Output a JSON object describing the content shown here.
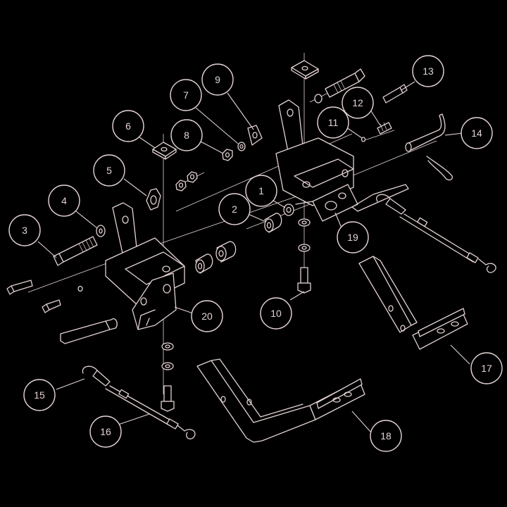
{
  "callouts": [
    {
      "id": "1",
      "label": "1"
    },
    {
      "id": "2",
      "label": "2"
    },
    {
      "id": "3",
      "label": "3"
    },
    {
      "id": "4",
      "label": "4"
    },
    {
      "id": "5",
      "label": "5"
    },
    {
      "id": "6",
      "label": "6"
    },
    {
      "id": "7",
      "label": "7"
    },
    {
      "id": "8",
      "label": "8"
    },
    {
      "id": "9",
      "label": "9"
    },
    {
      "id": "10",
      "label": "10"
    },
    {
      "id": "11",
      "label": "11"
    },
    {
      "id": "12",
      "label": "12"
    },
    {
      "id": "13",
      "label": "13"
    },
    {
      "id": "14",
      "label": "14"
    },
    {
      "id": "15",
      "label": "15"
    },
    {
      "id": "16",
      "label": "16"
    },
    {
      "id": "17",
      "label": "17"
    },
    {
      "id": "18",
      "label": "18"
    },
    {
      "id": "19",
      "label": "19"
    },
    {
      "id": "20",
      "label": "20"
    }
  ],
  "colors": {
    "background": "#000000",
    "line": "#e4d2d2"
  }
}
